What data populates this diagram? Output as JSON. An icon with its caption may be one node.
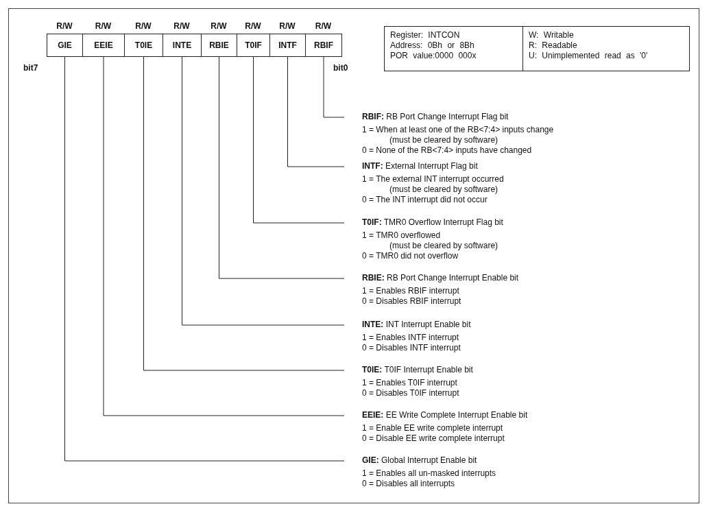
{
  "diagram": {
    "nodes": [
      {
        "text": [
          "GIE"
        ],
        "beside": [
          "R/W"
        ]
      },
      {
        "text": [
          "EEIE"
        ],
        "beside": [
          "R/W"
        ]
      },
      {
        "text": [
          "T0IE"
        ],
        "beside": [
          "R/W"
        ]
      },
      {
        "text": [
          "INTE"
        ],
        "beside": [
          "R/W"
        ]
      },
      {
        "text": [
          "RBIE"
        ],
        "beside": [
          "R/W"
        ]
      },
      {
        "text": [
          "T0IF"
        ],
        "beside": [
          "R/W"
        ]
      },
      {
        "text": [
          "INTF"
        ],
        "beside": [
          "R/W"
        ]
      },
      {
        "text": [
          "RBIF"
        ],
        "beside": [
          "R/W"
        ]
      },
      {
        "text": [
          "Register: INTCON",
          "Address: 0Bh or 8Bh",
          "POR value:0000 000x"
        ]
      },
      {
        "text": [
          "W: Writable",
          "R: Readable",
          "U: Unimplemented read as '0'"
        ]
      },
      {
        "text": [
          "**RBIF:** RB Port Change Interrupt Flag bit",
          "1 = When at least one of the RB<7:4> inputs change",
          "(must be cleared by software)",
          "0 = None of the RB<7:4> inputs have changed"
        ]
      },
      {
        "text": [
          "**INTF:** External Interrupt Flag bit",
          "1 = The external INT interrupt occurred",
          "(must be cleared by software)",
          "0 = The INT interrupt did not occur"
        ]
      },
      {
        "text": [
          "**T0IF:** TMR0 Overflow Interrupt Flag bit",
          "1 = TMR0 overflowed",
          "(must be cleared by software)",
          "0 = TMR0 did not overflow"
        ]
      },
      {
        "text": [
          "**RBIE:** RB Port Change Interrupt Enable bit",
          "1 = Enables RBIF interrupt",
          "0 = Disables RBIF interrupt"
        ]
      },
      {
        "text": [
          "**INTE:** INT Interrupt Enable bit",
          "1 = Enables INTF interrupt",
          "0 = Disables INTF interrupt"
        ]
      },
      {
        "text": [
          "**T0IE:** T0IF Interrupt Enable bit",
          "1 = Enables T0IF interrupt",
          "0 = Disables T0IF interrupt"
        ]
      },
      {
        "text": [
          "**EEIE:** EE Write Complete Interrupt Enable bit",
          "1 = Enable EE write complete interrupt",
          "0 = Disable EE write complete interrupt"
        ]
      },
      {
        "text": [
          "**GIE:** Global Interrupt Enable bit",
          "1 = Enables all un-masked interrupts",
          "0 = Disables all interrupts"
        ]
      }
    ],
    "edges": [
      {
        "from": 7,
        "to": 10,
        "arrow": "none"
      },
      {
        "from": 6,
        "to": 11,
        "arrow": "none"
      },
      {
        "from": 5,
        "to": 12,
        "arrow": "none"
      },
      {
        "from": 4,
        "to": 13,
        "arrow": "none"
      },
      {
        "from": 3,
        "to": 14,
        "arrow": "none"
      },
      {
        "from": 2,
        "to": 15,
        "arrow": "none"
      },
      {
        "from": 1,
        "to": 16,
        "arrow": "none"
      },
      {
        "from": 0,
        "to": 17,
        "arrow": "none"
      }
    ],
    "labels": [
      "bit7",
      "bit0"
    ]
  }
}
